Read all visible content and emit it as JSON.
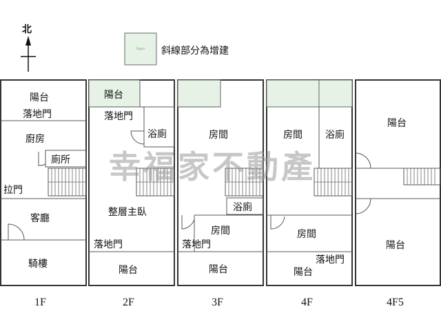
{
  "compass": {
    "label": "北"
  },
  "legend": {
    "text": "斜線部分為增建",
    "swatch_text": "Figure",
    "swatch_color": "#e6f2e6"
  },
  "watermark": "幸福家不動產",
  "floors": [
    {
      "name": "1F",
      "rooms": [
        "陽台",
        "落地門",
        "廚房",
        "廁所",
        "拉門",
        "客廳",
        "騎樓"
      ]
    },
    {
      "name": "2F",
      "rooms": [
        "陽台",
        "落地門",
        "浴廁",
        "整層主臥",
        "落地門",
        "陽台"
      ]
    },
    {
      "name": "3F",
      "rooms": [
        "房間",
        "浴廁",
        "房間",
        "落地門",
        "陽台"
      ]
    },
    {
      "name": "4F",
      "rooms": [
        "房間",
        "浴廁",
        "房間",
        "落地門",
        "陽台"
      ]
    },
    {
      "name": "4F5",
      "rooms": [
        "陽台",
        "陽台"
      ]
    }
  ]
}
